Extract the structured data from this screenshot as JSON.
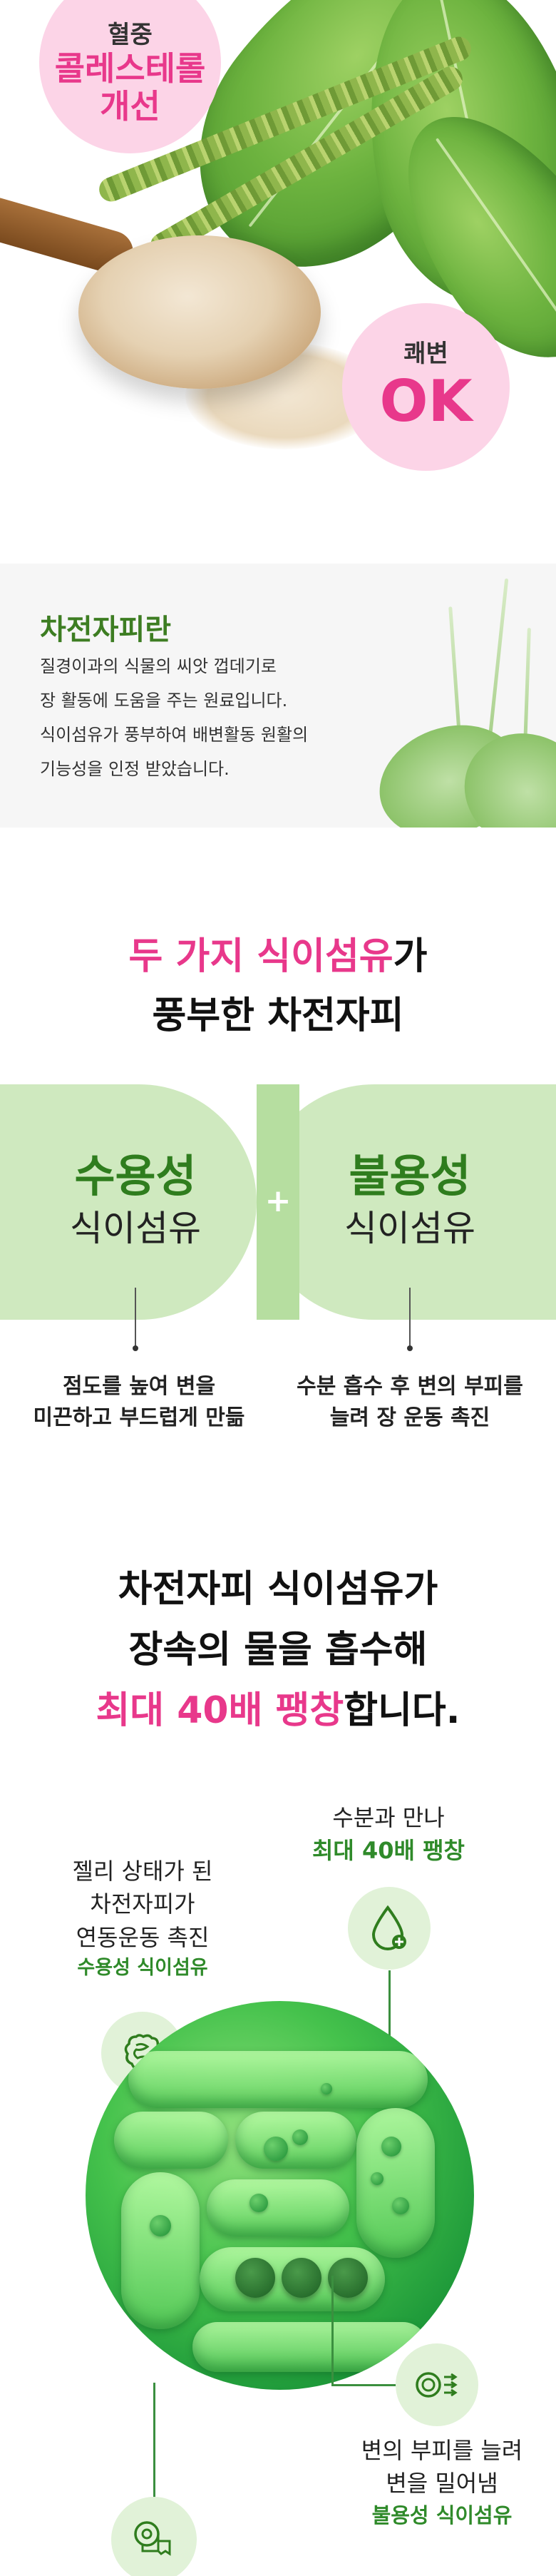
{
  "hero": {
    "badge_left": {
      "small": "혈중",
      "big_line1": "콜레스테롤",
      "big_line2": "개선"
    },
    "badge_right": {
      "small": "쾌변",
      "big": "OK"
    }
  },
  "whatis": {
    "title": "차전자피란",
    "lines": [
      "질경이과의 식물의 씨앗 껍데기로",
      "장 활동에 도움을 주는 원료입니다.",
      "식이섬유가 풍부하여 배변활동 원활의",
      "기능성을 인정 받았습니다."
    ]
  },
  "fibers": {
    "title_pink": "두 가지 식이섬유",
    "title_dark_suffix": "가",
    "title_line2": "풍부한 차전자피",
    "left": {
      "name": "수용성",
      "sub": "식이섬유",
      "desc1": "점도를 높여 변을",
      "desc2": "미끈하고 부드럽게 만듦"
    },
    "right": {
      "name": "불용성",
      "sub": "식이섬유",
      "desc1": "수분 흡수 후 변의 부피를",
      "desc2": "늘려 장 운동 촉진"
    },
    "plus": "+"
  },
  "expansion": {
    "line1": "차전자피 식이섬유가",
    "line2": "장속의 물을 흡수해",
    "line3_pink": "최대 40배 팽창",
    "line3_dark": "합니다.",
    "note_top_right": {
      "line1": "수분과 만나",
      "line2": "최대 40배 팽창"
    },
    "note_left": {
      "line1": "젤리 상태가 된",
      "line2": "차전자피가",
      "line3": "연동운동 촉진",
      "tag": "수용성 식이섬유"
    },
    "note_bottom_right": {
      "line1": "변의 부피를 늘려",
      "line2": "변을 밀어냄",
      "tag": "불용성 식이섬유"
    }
  },
  "colors": {
    "accent_pink": "#e8388b",
    "accent_green": "#2f7d1e",
    "badge_bg": "#fcd4e7",
    "fiber_bg": "#cfe9bf"
  }
}
